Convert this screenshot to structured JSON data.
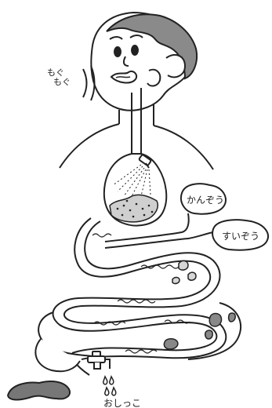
{
  "labels": {
    "chewing_line1": "もぐ",
    "chewing_line2": "もぐ",
    "liver": "かんぞう",
    "pancreas": "すいぞう",
    "urine": "おしっこ"
  },
  "colors": {
    "outline": "#222222",
    "hair": "#8a8a8a",
    "skin": "#ffffff",
    "stool": "#777777",
    "food": "#cfcfcf",
    "background": "#ffffff"
  },
  "icons": {
    "stomach_sprinkler": "shower-head-icon",
    "faucet": "faucet-icon"
  }
}
